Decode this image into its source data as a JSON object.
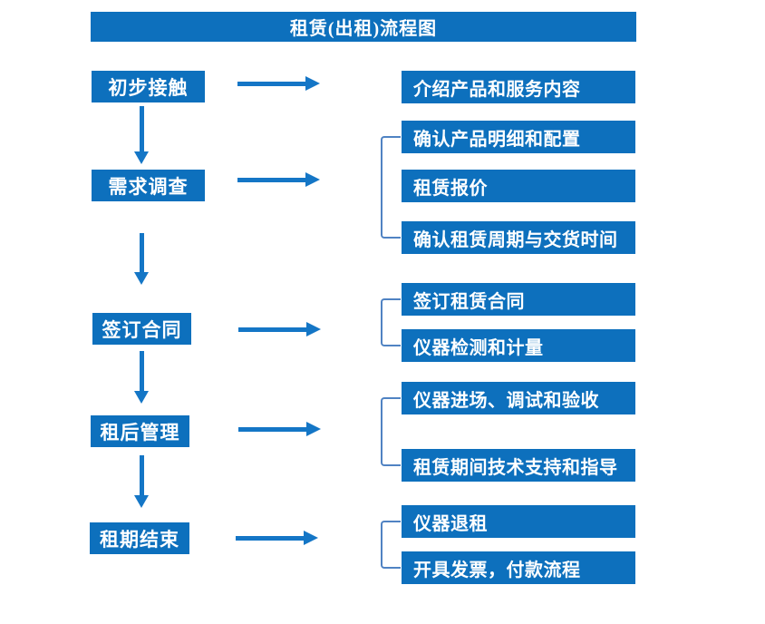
{
  "title": "租赁(出租)流程图",
  "colors": {
    "box_blue": "#0d70bd",
    "arrow_blue": "#1476c6",
    "bracket_blue": "#5083c3",
    "box_text": "#ffffff",
    "background": "#ffffff"
  },
  "steps": [
    {
      "label": "初步接触",
      "details": [
        "介绍产品和服务内容"
      ]
    },
    {
      "label": "需求调查",
      "details": [
        "确认产品明细和配置",
        "租赁报价",
        "确认租赁周期与交货时间"
      ]
    },
    {
      "label": "签订合同",
      "details": [
        "签订租赁合同",
        "仪器检测和计量"
      ]
    },
    {
      "label": "租后管理",
      "details": [
        "仪器进场、调试和验收",
        "租赁期间技术支持和指导"
      ]
    },
    {
      "label": "租期结束",
      "details": [
        "仪器退租",
        "开具发票，付款流程"
      ]
    }
  ]
}
